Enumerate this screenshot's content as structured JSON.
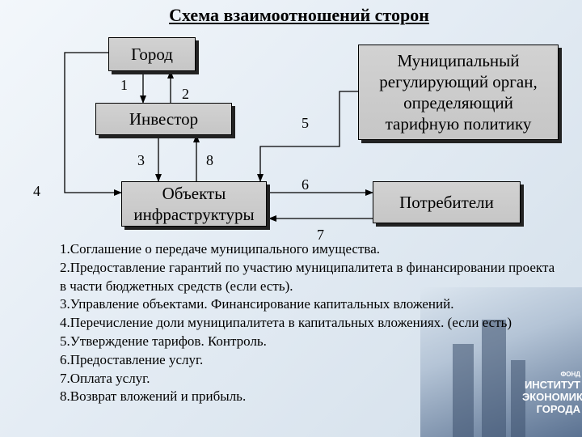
{
  "title": "Схема взаимоотношений сторон",
  "boxes": {
    "city": "Город",
    "investor": "Инвестор",
    "regulator": "Муниципальный регулирующий орган, определяющий тарифную политику",
    "objects": "Объекты инфраструктуры",
    "consumers": "Потребители"
  },
  "numbers": [
    "1",
    "2",
    "3",
    "4",
    "5",
    "6",
    "7",
    "8"
  ],
  "legend": [
    "1.Соглашение о передаче муниципального имущества.",
    "2.Предоставление гарантий по участию муниципалитета  в финансировании проекта в части бюджетных средств (если есть).",
    "3.Управление объектами. Финансирование капитальных вложений.",
    "4.Перечисление доли муниципалитета в капитальных вложениях. (если есть)",
    "5.Утверждение тарифов. Контроль.",
    "6.Предоставление услуг.",
    "7.Оплата услуг.",
    "8.Возврат вложений и прибыль."
  ],
  "logo": {
    "line0": "ФОНД",
    "line1": "ИНСТИТУТ",
    "line2": "ЭКОНОМИКИ",
    "line3": "ГОРОДА"
  }
}
